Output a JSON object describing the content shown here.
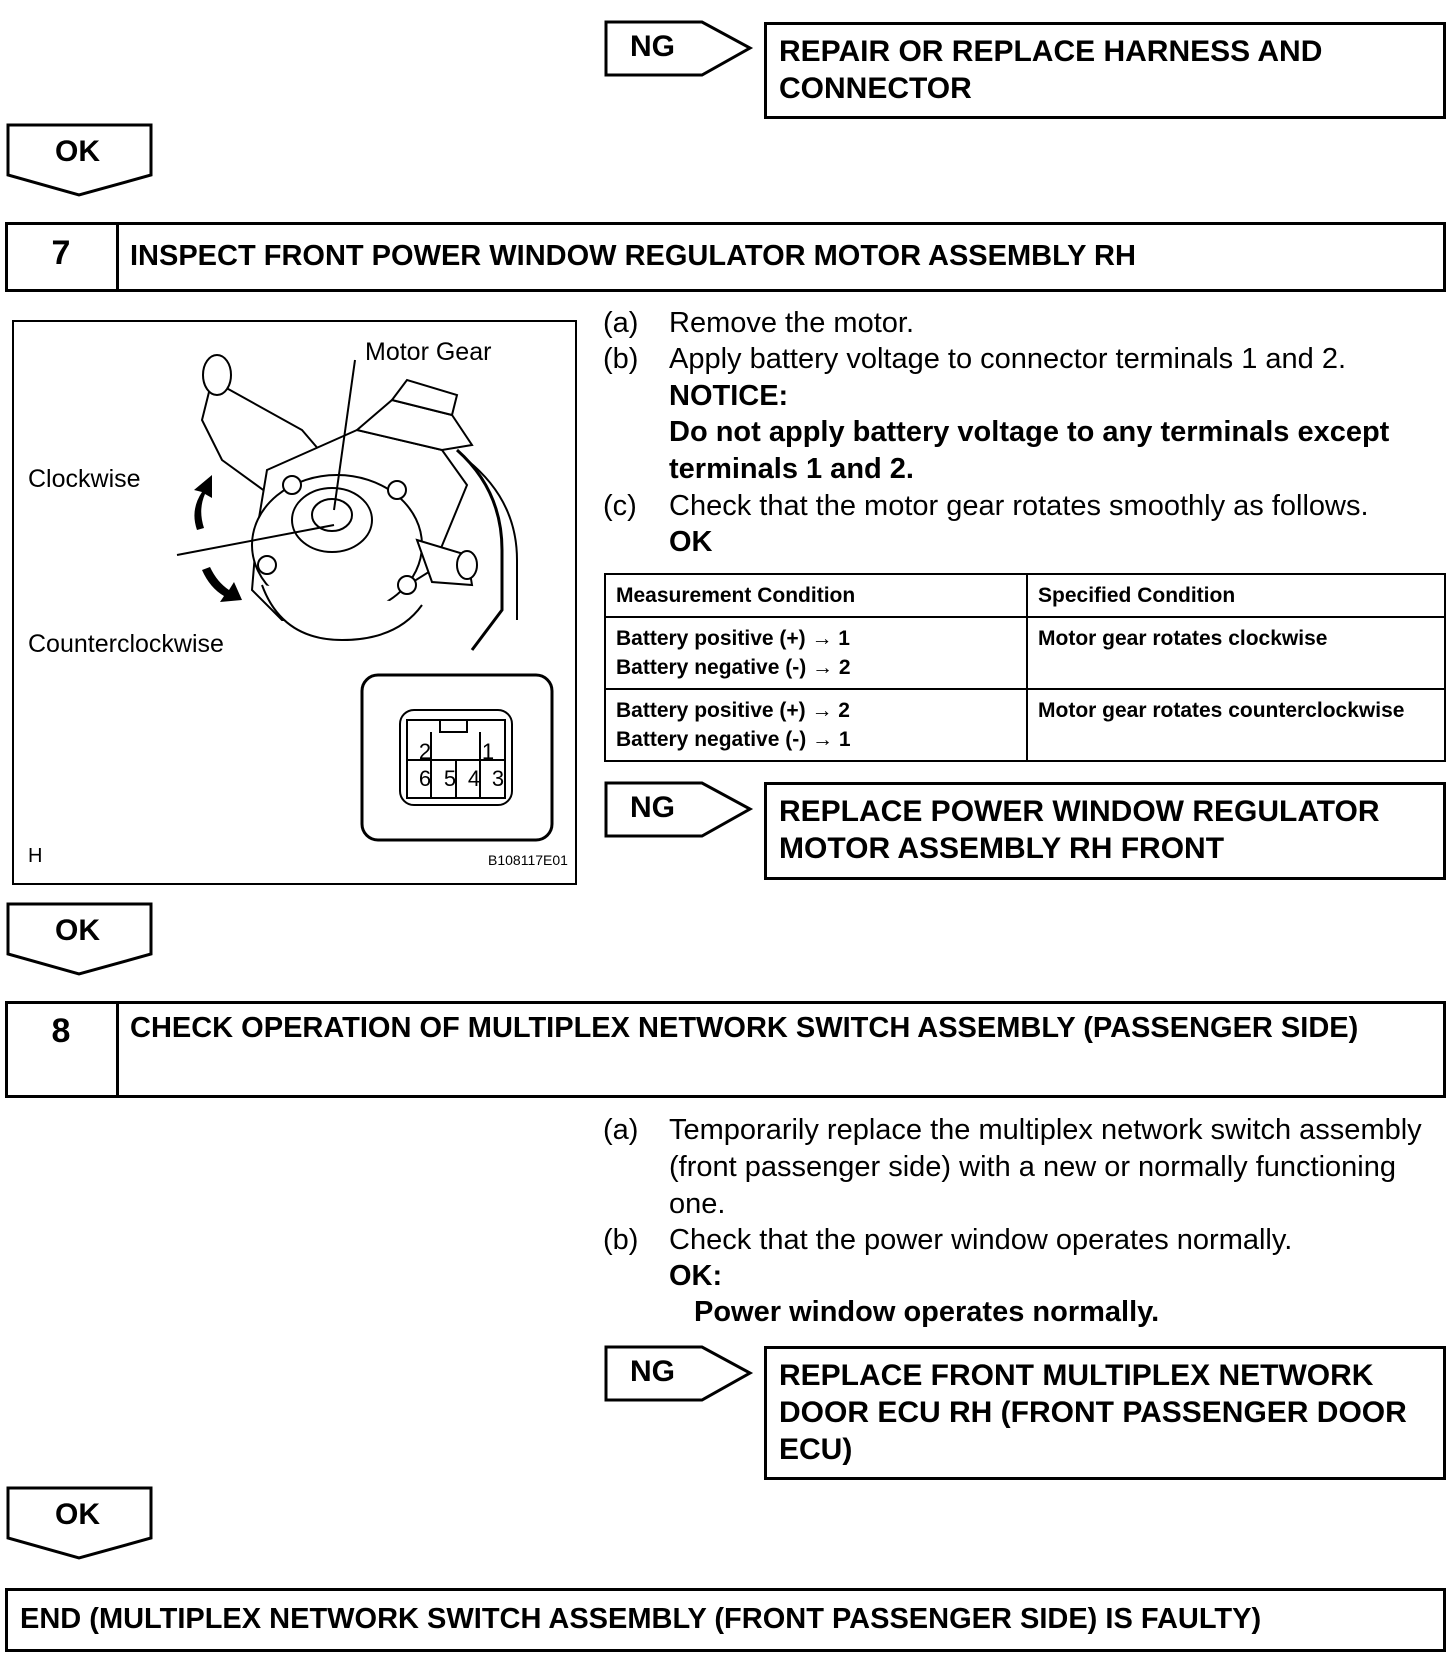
{
  "top": {
    "ng_label": "NG",
    "result": "REPAIR OR REPLACE HARNESS AND CONNECTOR",
    "ok_label": "OK"
  },
  "step7": {
    "number": "7",
    "title": "INSPECT FRONT POWER WINDOW REGULATOR MOTOR ASSEMBLY RH",
    "figure": {
      "motor_gear": "Motor Gear",
      "clockwise": "Clockwise",
      "counterclockwise": "Counterclockwise",
      "corner_letter": "H",
      "figure_id": "B108117E01",
      "pins": [
        "2",
        "1",
        "6",
        "5",
        "4",
        "3"
      ]
    },
    "a_label": "(a)",
    "a_text": "Remove the motor.",
    "b_label": "(b)",
    "b_text": "Apply battery voltage to connector terminals 1 and 2.",
    "notice_heading": "NOTICE:",
    "notice_text": "Do not apply battery voltage to any terminals except terminals 1 and 2.",
    "c_label": "(c)",
    "c_text": "Check that the motor gear rotates smoothly as follows.",
    "ok_heading": "OK",
    "table": {
      "headers": [
        "Measurement Condition",
        "Specified Condition"
      ],
      "rows": [
        {
          "line1": "Battery positive (+) → 1",
          "line2": "Battery negative (-) → 2",
          "spec": "Motor gear rotates clockwise"
        },
        {
          "line1": "Battery positive (+) → 2",
          "line2": "Battery negative (-) → 1",
          "spec": "Motor gear rotates counterclockwise"
        }
      ]
    },
    "ng_label": "NG",
    "ng_result": "REPLACE POWER WINDOW REGULATOR MOTOR ASSEMBLY RH FRONT",
    "ok_label": "OK"
  },
  "step8": {
    "number": "8",
    "title": "CHECK OPERATION OF MULTIPLEX NETWORK SWITCH ASSEMBLY (PASSENGER SIDE)",
    "a_label": "(a)",
    "a_text": "Temporarily replace the multiplex network switch assembly (front passenger side) with a new or normally functioning one.",
    "b_label": "(b)",
    "b_text": "Check that the power window operates normally.",
    "ok_heading": "OK:",
    "ok_text": "Power window operates normally.",
    "ng_label": "NG",
    "ng_result": "REPLACE FRONT MULTIPLEX NETWORK DOOR ECU RH (FRONT PASSENGER DOOR ECU)",
    "ok_label": "OK"
  },
  "end": {
    "text": "END (MULTIPLEX NETWORK SWITCH ASSEMBLY (FRONT PASSENGER SIDE) IS FAULTY)"
  }
}
